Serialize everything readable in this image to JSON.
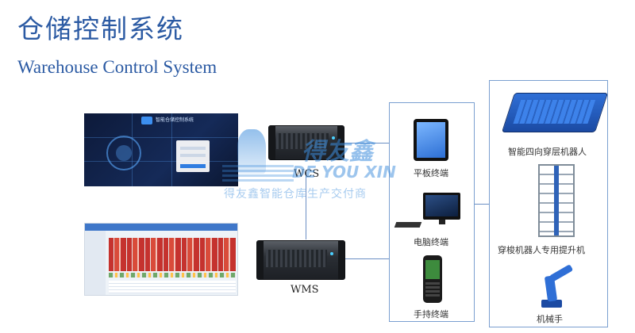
{
  "header": {
    "title_cn": "仓储控制系统",
    "title_en": "Warehouse Control System"
  },
  "screens": {
    "wcs_screen_title": "智能仓储控制系统"
  },
  "servers": {
    "wcs_label": "WCS",
    "wms_label": "WMS"
  },
  "watermark": {
    "brand": "得友鑫",
    "brand_en": "DE YOU XIN",
    "tagline": "得友鑫智能仓库生产交付商"
  },
  "terminals": {
    "tablet": "平板终端",
    "computer": "电脑终端",
    "handheld": "手持终端"
  },
  "devices": {
    "shuttle": "智能四向穿层机器人",
    "lift": "穿梭机器人专用提升机",
    "arm": "机械手"
  },
  "colors": {
    "title": "#2b5aa3",
    "connector": "#6b8fc4",
    "watermark": "#3c8cdc"
  }
}
